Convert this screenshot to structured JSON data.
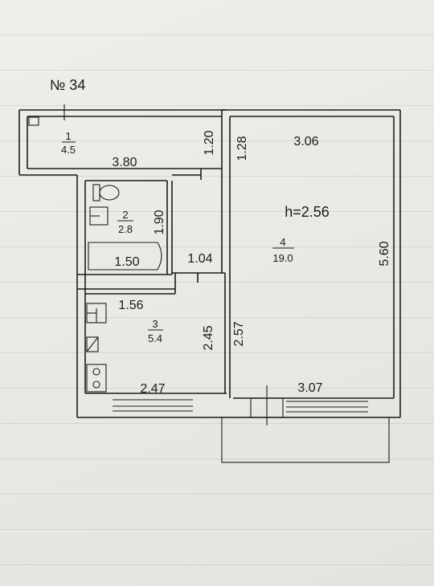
{
  "apartment": {
    "number_label": "№ 34"
  },
  "rooms": [
    {
      "id": "1",
      "area": "4.5"
    },
    {
      "id": "2",
      "area": "2.8"
    },
    {
      "id": "3",
      "area": "5.4"
    },
    {
      "id": "4",
      "area": "19.0"
    }
  ],
  "ceiling_height": "h=2.56",
  "dimensions": {
    "hall_width": "3.80",
    "hall_depth": "1.20",
    "corridor_depth": "1.28",
    "living_top_width": "3.06",
    "living_depth": "5.60",
    "bath_depth": "1.90",
    "bathtub_length": "1.50",
    "passage_width": "1.04",
    "kitchen_top_width": "1.56",
    "kitchen_depth": "2.45",
    "living_partition": "2.57",
    "kitchen_bottom_width": "2.47",
    "living_bottom_width": "3.07"
  },
  "colors": {
    "ink": "#1c1c1c",
    "paper": "#e9e8e4"
  }
}
